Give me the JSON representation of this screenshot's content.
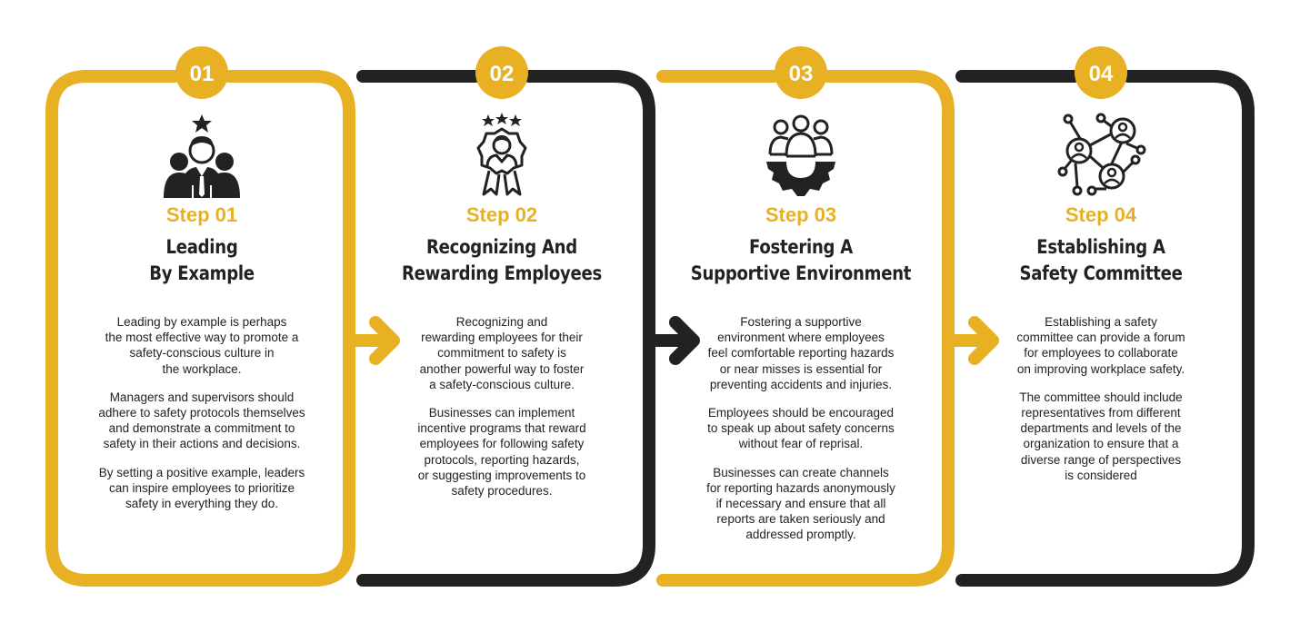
{
  "colors": {
    "accent": "#E8B023",
    "dark": "#222222"
  },
  "steps": [
    {
      "number": "01",
      "label": "Step 01",
      "title_lines": [
        "Leading",
        "By Example"
      ],
      "icon": "team-leader-icon",
      "paragraphs": [
        "Leading by example is perhaps\nthe most effective way to promote a\nsafety-conscious culture in\nthe workplace.",
        "Managers and supervisors should\nadhere to safety protocols themselves\nand demonstrate a commitment to\nsafety in their actions and decisions.",
        "By setting a positive example, leaders\ncan inspire employees to prioritize\nsafety in everything they do."
      ]
    },
    {
      "number": "02",
      "label": "Step 02",
      "title_lines": [
        "Recognizing And",
        "Rewarding Employees"
      ],
      "icon": "employee-award-icon",
      "paragraphs": [
        "Recognizing and\nrewarding employees for their\ncommitment to safety is\nanother powerful way to foster\na safety-conscious culture.",
        "Businesses can implement\nincentive programs that reward\nemployees for following safety\nprotocols, reporting hazards,\nor suggesting improvements to\nsafety procedures."
      ]
    },
    {
      "number": "03",
      "label": "Step 03",
      "title_lines": [
        "Fostering A",
        "Supportive Environment"
      ],
      "icon": "team-gear-icon",
      "paragraphs": [
        "Fostering a supportive\nenvironment where employees\nfeel comfortable reporting hazards\nor near misses is essential for\npreventing accidents and injuries.",
        "Employees should be encouraged\nto speak up about safety concerns\nwithout fear of reprisal.",
        "Businesses can create channels\nfor reporting hazards anonymously\nif necessary and ensure that all\nreports are taken seriously and\naddressed promptly."
      ]
    },
    {
      "number": "04",
      "label": "Step 04",
      "title_lines": [
        "Establishing A",
        "Safety Committee"
      ],
      "icon": "network-people-icon",
      "paragraphs": [
        "Establishing a safety\ncommittee can provide a forum\nfor employees to collaborate\non improving workplace safety.",
        "The committee should include\nrepresentatives from different\ndepartments and levels of the\norganization to ensure that a\ndiverse range of perspectives\nis considered"
      ]
    }
  ]
}
